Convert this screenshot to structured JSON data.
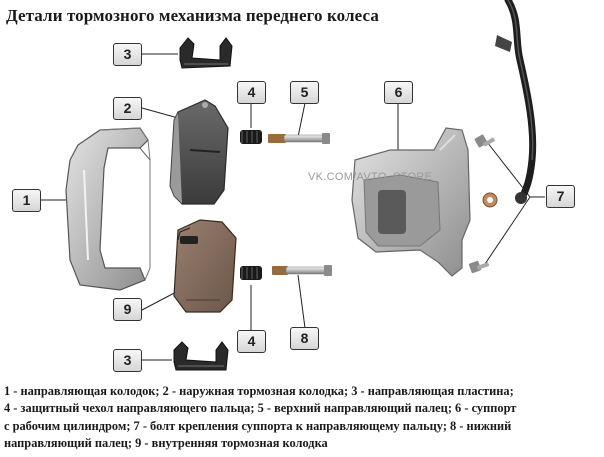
{
  "title": "Детали тормозного механизма переднего колеса",
  "watermark": "VK.COM/AVTO_STORE",
  "callouts": [
    "1",
    "2",
    "3",
    "3",
    "4",
    "4",
    "5",
    "6",
    "7",
    "8",
    "9"
  ],
  "legend": [
    "1 - направляющая колодок; 2 - наружная тормозная колодка; 3 - направляющая пластина;",
    "4 - защитный чехол направляющего пальца; 5 - верхний направляющий палец; 6 - суппорт",
    "с рабочим цилиндром; 7 - болт крепления суппорта к направляющему пальцу; 8 - нижний",
    "направляющий палец; 9 - внутренняя тормозная колодка"
  ],
  "icons": [
    "guide-plate",
    "brake-pad",
    "boot",
    "pin",
    "caliper",
    "hose",
    "bolt",
    "washer"
  ]
}
